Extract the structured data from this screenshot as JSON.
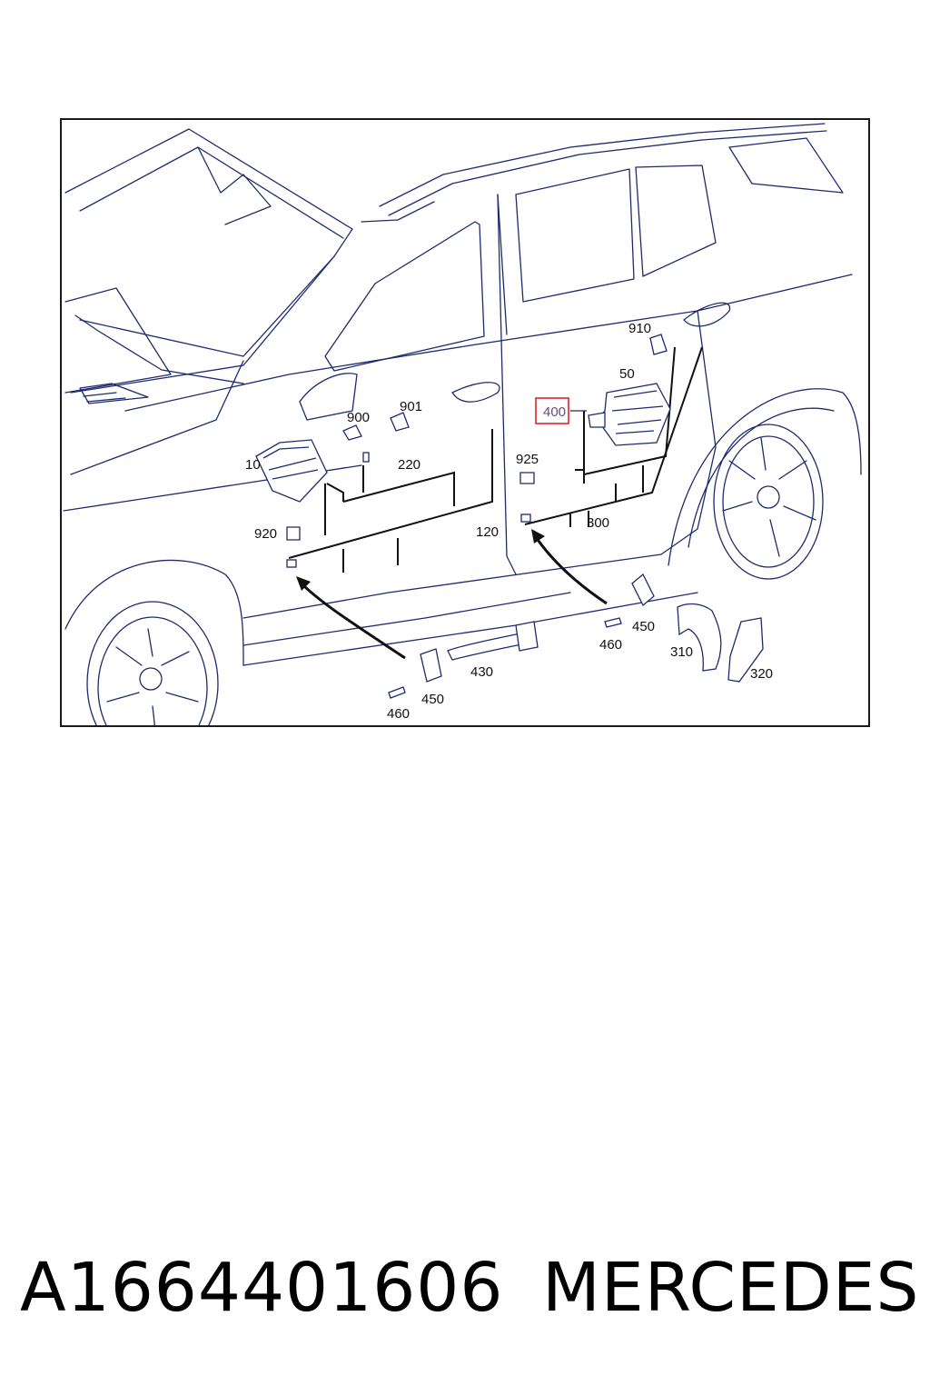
{
  "diagram": {
    "callouts": {
      "c10": "10",
      "c50": "50",
      "c120": "120",
      "c220": "220",
      "c300": "300",
      "c310": "310",
      "c320": "320",
      "c400": "400",
      "c430": "430",
      "c450a": "450",
      "c450b": "450",
      "c460a": "460",
      "c460b": "460",
      "c900": "900",
      "c901": "901",
      "c910": "910",
      "c920": "920",
      "c925": "925"
    },
    "highlighted_callout": "400",
    "colors": {
      "line_art": "#1e2a6e",
      "highlight_box": "#e0252b",
      "leader": "#111111"
    }
  },
  "footer": {
    "part_number": "A1664401606",
    "brand": "MERCEDES"
  }
}
